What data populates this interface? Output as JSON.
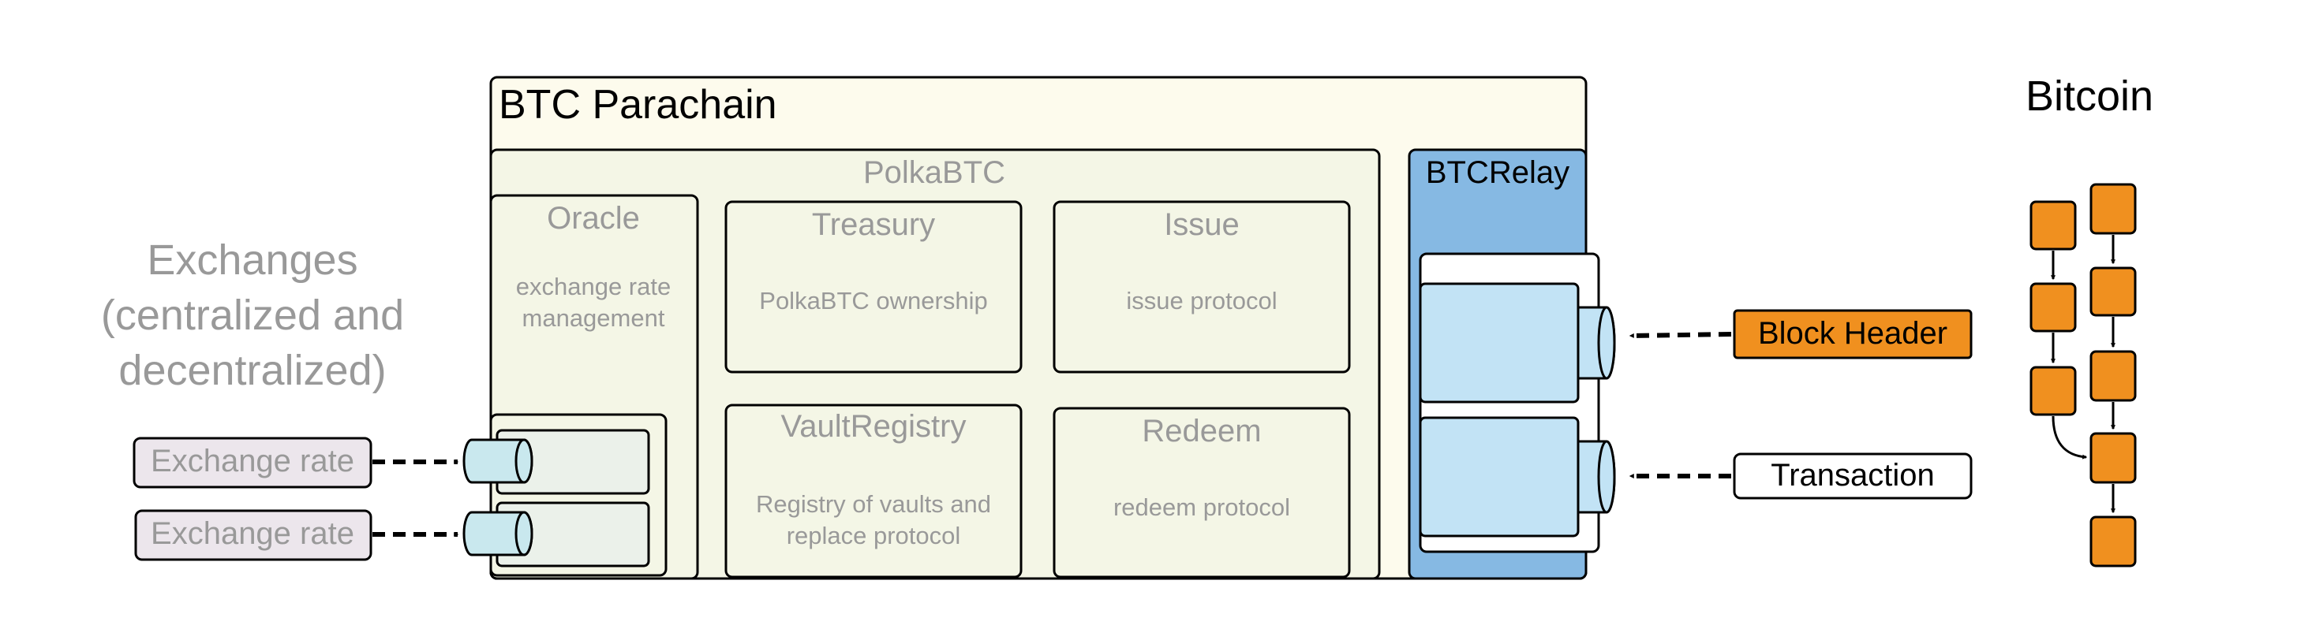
{
  "parachain": {
    "title": "BTC Parachain"
  },
  "polkabtc": {
    "title": "PolkaBTC"
  },
  "oracle": {
    "title": "Oracle",
    "desc_line1": "exchange rate",
    "desc_line2": "management"
  },
  "treasury": {
    "title": "Treasury",
    "desc": "PolkaBTC ownership"
  },
  "issue": {
    "title": "Issue",
    "desc": "issue protocol"
  },
  "vault_registry": {
    "title": "VaultRegistry",
    "desc_line1": "Registry of vaults and",
    "desc_line2": "replace protocol"
  },
  "redeem": {
    "title": "Redeem",
    "desc": "redeem protocol"
  },
  "btcrelay": {
    "title": "BTCRelay"
  },
  "exchanges": {
    "label_line1": "Exchanges",
    "label_line2": "(centralized and",
    "label_line3": "decentralized)",
    "inputs": [
      "Exchange rate",
      "Exchange rate"
    ]
  },
  "bitcoin": {
    "title": "Bitcoin"
  },
  "block_header": {
    "label": "Block Header"
  },
  "transaction": {
    "label": "Transaction"
  },
  "colors": {
    "parachain_fill": "#fdfbed",
    "polkabtc_fill": "#f4f6e6",
    "btcrelay_fill": "#86b9e3",
    "relay_inner_fill": "#c2e3f5",
    "block_orange": "#f0901f",
    "muted_text": "#999999",
    "exchange_fill": "#ece6ec"
  }
}
